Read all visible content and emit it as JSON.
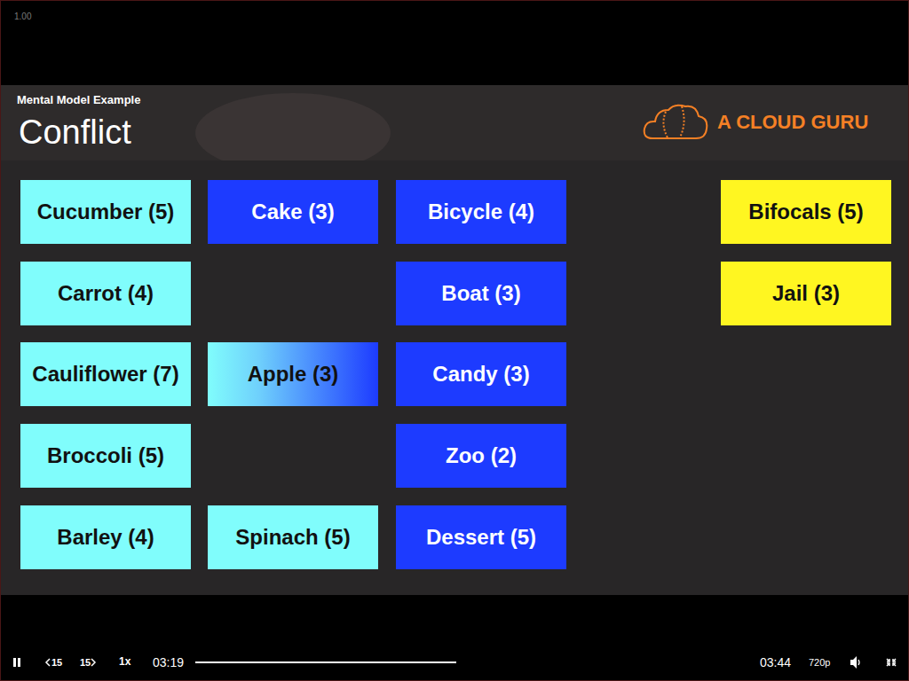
{
  "diagram": {
    "title": "Conflict",
    "nodes": [
      {
        "text": [
          "Cucumber (5)"
        ]
      },
      {
        "text": [
          "Cake (3)"
        ]
      },
      {
        "text": [
          "Bicycle (4)"
        ]
      },
      {
        "text": [
          "Bifocals (5)"
        ]
      },
      {
        "text": [
          "Carrot (4)"
        ]
      },
      {
        "text": [
          "Boat (3)"
        ]
      },
      {
        "text": [
          "Jail (3)"
        ]
      },
      {
        "text": [
          "Cauliflower (7)"
        ]
      },
      {
        "text": [
          "Apple (3)"
        ]
      },
      {
        "text": [
          "Candy (3)"
        ]
      },
      {
        "text": [
          "Broccoli (5)"
        ]
      },
      {
        "text": [
          "Zoo (2)"
        ]
      },
      {
        "text": [
          "Barley (4)"
        ]
      },
      {
        "text": [
          "Spinach (5)"
        ]
      },
      {
        "text": [
          "Dessert (5)"
        ]
      }
    ],
    "labels": [
      "1.00",
      "Mental Model Example",
      "A CLOUD GURU",
      "15",
      "15",
      "1x",
      "03:19",
      "03:44",
      "720p"
    ]
  }
}
